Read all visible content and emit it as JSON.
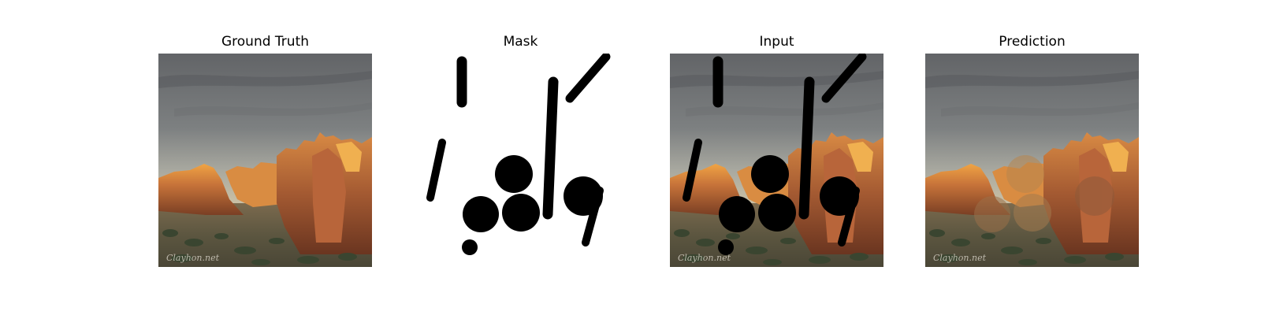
{
  "figure": {
    "panels": [
      {
        "title": "Ground Truth",
        "watermark": "Clayhon.net"
      },
      {
        "title": "Mask"
      },
      {
        "title": "Input",
        "watermark": "Clayhon.net"
      },
      {
        "title": "Prediction",
        "watermark": "Clayhon.net"
      }
    ]
  }
}
